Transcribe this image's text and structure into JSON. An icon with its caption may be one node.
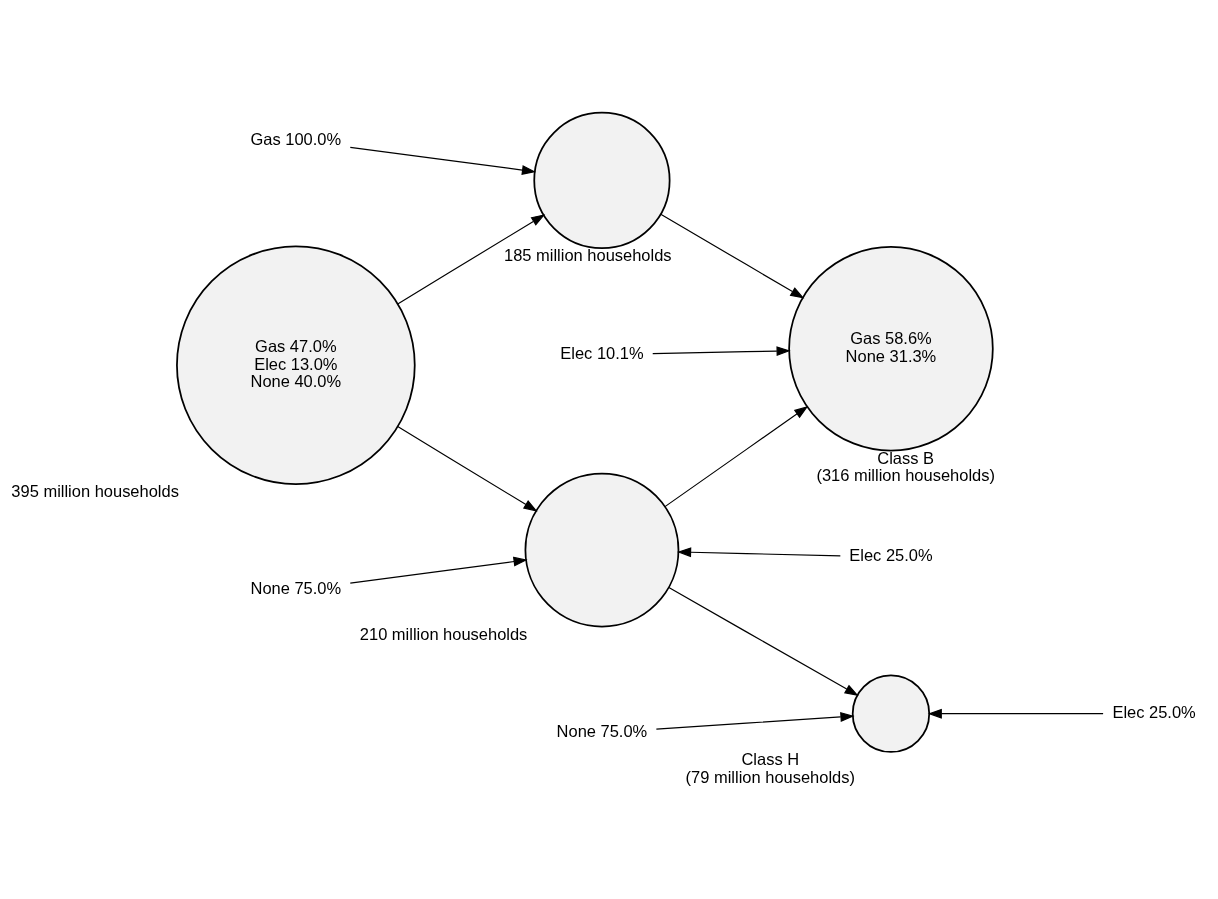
{
  "diagram": {
    "nodes": [
      {
        "text": [
          "Gas 47.0%",
          "Elec 13.0%",
          "None 40.0%"
        ],
        "beside": [
          "395 million households"
        ]
      },
      {
        "text": [],
        "shape": "circle",
        "beside": [
          "185 million households"
        ]
      },
      {
        "text": [
          "Gas 100.0%"
        ]
      },
      {
        "text": [
          "Gas 58.6%",
          "None 31.3%"
        ],
        "beside": [
          "Class B",
          "(316 million households)"
        ]
      },
      {
        "text": [
          "Elec 10.1%"
        ]
      },
      {
        "text": [],
        "shape": "circle",
        "beside": [
          "210 million households"
        ]
      },
      {
        "text": [
          "None 75.0%"
        ]
      },
      {
        "text": [
          "Elec 25.0%"
        ]
      },
      {
        "text": [],
        "shape": "circle",
        "beside": [
          "Class H",
          "(79 million households)"
        ]
      },
      {
        "text": [
          "None 75.0%"
        ]
      },
      {
        "text": [
          "Elec 25.0%"
        ]
      }
    ],
    "edges": [
      {
        "from": 0,
        "to": 1,
        "arrow": "to"
      },
      {
        "from": 0,
        "to": 5,
        "arrow": "to"
      },
      {
        "from": 2,
        "to": 1,
        "arrow": "to"
      },
      {
        "from": 1,
        "to": 3,
        "arrow": "to"
      },
      {
        "from": 4,
        "to": 3,
        "arrow": "to"
      },
      {
        "from": 5,
        "to": 3,
        "arrow": "to"
      },
      {
        "from": 6,
        "to": 5,
        "arrow": "to"
      },
      {
        "from": 7,
        "to": 5,
        "arrow": "to"
      },
      {
        "from": 5,
        "to": 8,
        "arrow": "to"
      },
      {
        "from": 9,
        "to": 8,
        "arrow": "to"
      },
      {
        "from": 10,
        "to": 8,
        "arrow": "to"
      }
    ]
  }
}
